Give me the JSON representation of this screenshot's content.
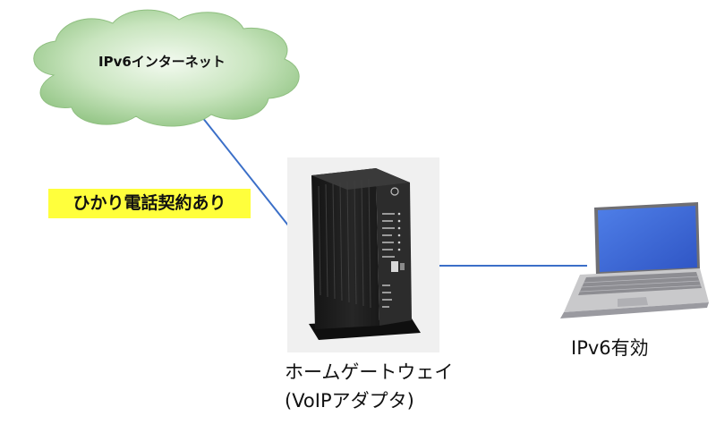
{
  "cloud": {
    "label": "IPv6インターネット"
  },
  "contract": {
    "label": "ひかり電話契約あり"
  },
  "gateway": {
    "line1": "ホームゲートウェイ",
    "line2": "(VoIPアダプタ)"
  },
  "laptop": {
    "label": "IPv6有効"
  },
  "colors": {
    "cloud_fill": "#b7dbab",
    "link": "#3b6fc8",
    "badge": "#ffff3c",
    "router_body": "#202020",
    "laptop_screen": "#3d66d8",
    "laptop_body": "#c9c9cb"
  }
}
